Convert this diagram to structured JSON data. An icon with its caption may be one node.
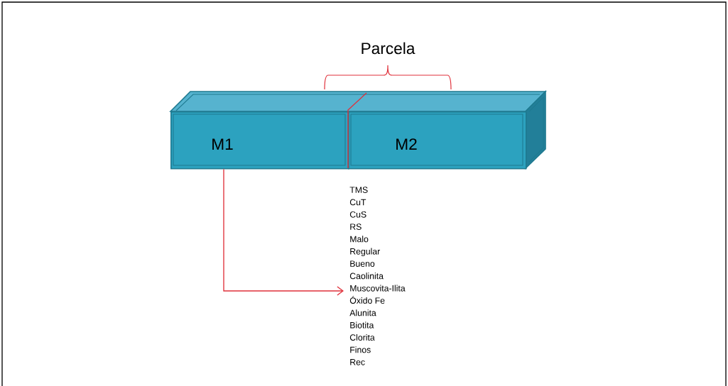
{
  "diagram": {
    "nodes": [
      {
        "text": [
          "M1"
        ]
      },
      {
        "text": [
          "M2"
        ]
      },
      {
        "text": [
          "TMS",
          "CuT",
          "CuS",
          "RS",
          "Malo",
          "Regular",
          "Bueno",
          "Caolinita",
          "Muscovita-Ilita",
          "Óxido Fe",
          "Alunita",
          "Biotita",
          "Clorita",
          "Finos",
          "Rec"
        ]
      }
    ],
    "edges": [
      {
        "from": 0,
        "to": 2,
        "arrow": "to",
        "color": "#e0303a"
      }
    ],
    "labels": [
      "Parcela"
    ]
  }
}
